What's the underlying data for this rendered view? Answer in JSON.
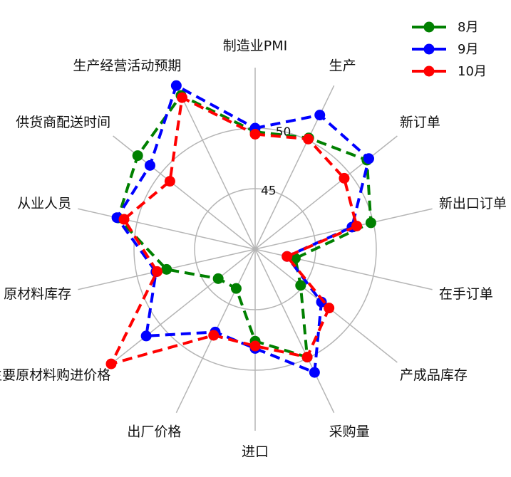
{
  "chart_data": {
    "type": "radar",
    "axes": [
      "制造业PMI",
      "生产",
      "新订单",
      "新出口订单",
      "在手订单",
      "产成品库存",
      "采购量",
      "进口",
      "出厂价格",
      "主要原材料购进价格",
      "原材料库存",
      "从业人员",
      "供货商配送时间",
      "生产经营活动预期"
    ],
    "radial_ticks": [
      45,
      50
    ],
    "radial_range": [
      40,
      55
    ],
    "series": [
      {
        "name": "8月",
        "color": "#008000",
        "values": [
          49.7,
          50.2,
          51.8,
          49.8,
          43.4,
          44.8,
          49.9,
          47.6,
          43.6,
          43.9,
          47.5,
          51.6,
          52.4,
          54.1
        ]
      },
      {
        "name": "9月",
        "color": "#0000ff",
        "values": [
          50.0,
          52.3,
          52.0,
          48.2,
          42.7,
          47.0,
          51.3,
          48.2,
          47.6,
          51.5,
          48.4,
          51.7,
          51.1,
          55.0
        ]
      },
      {
        "name": "10月",
        "color": "#ff0000",
        "values": [
          49.5,
          50.1,
          49.4,
          48.6,
          42.7,
          47.8,
          49.9,
          48.0,
          47.9,
          55.2,
          48.3,
          51.1,
          49.0,
          53.9
        ]
      }
    ],
    "legend_position": "top-right",
    "grid": true
  }
}
